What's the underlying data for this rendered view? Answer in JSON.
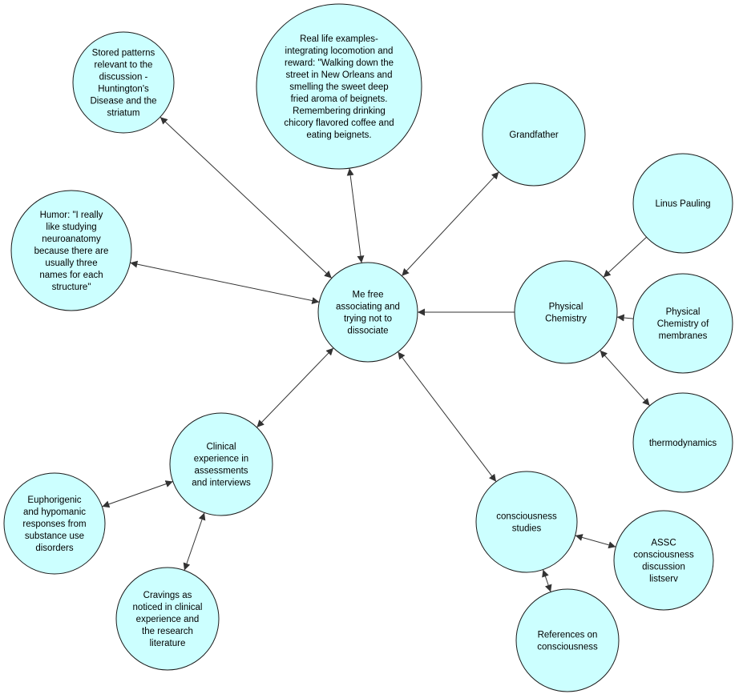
{
  "diagram": {
    "node_fill": "#ccffff",
    "edge_color": "#333333",
    "nodes": [
      {
        "id": "center",
        "lines": [
          "Me free",
          "associating and",
          "trying not to",
          "dissociate"
        ]
      },
      {
        "id": "stored",
        "lines": [
          "Stored patterns",
          "relevant to the",
          "discussion -",
          "Huntington's",
          "Disease and the",
          "striatum"
        ]
      },
      {
        "id": "reallife",
        "lines": [
          "Real life examples-",
          "integrating locomotion and",
          "reward:  \"Walking down the",
          "street in New Orleans and",
          "smelling the sweet deep",
          "fried aroma of beignets.",
          "Remembering drinking",
          "chicory flavored coffee and",
          "eating beignets."
        ]
      },
      {
        "id": "grandfather",
        "lines": [
          "Grandfather"
        ]
      },
      {
        "id": "humor",
        "lines": [
          "Humor:  \"I really",
          "like studying",
          "neuroanatomy",
          "because there are",
          "usually three",
          "names for each",
          "structure\""
        ]
      },
      {
        "id": "linus",
        "lines": [
          "Linus Pauling"
        ]
      },
      {
        "id": "physchem",
        "lines": [
          "Physical",
          "Chemistry"
        ]
      },
      {
        "id": "physmem",
        "lines": [
          "Physical",
          "Chemistry of",
          "membranes"
        ]
      },
      {
        "id": "thermo",
        "lines": [
          "thermodynamics"
        ]
      },
      {
        "id": "clinical",
        "lines": [
          "Clinical",
          "experience in",
          "assessments",
          "and interviews"
        ]
      },
      {
        "id": "euphoric",
        "lines": [
          "Euphorigenic",
          "and hypomanic",
          "responses from",
          "substance use",
          "disorders"
        ]
      },
      {
        "id": "cravings",
        "lines": [
          "Cravings as",
          "noticed in clinical",
          "experience and",
          "the research",
          "literature"
        ]
      },
      {
        "id": "conscious",
        "lines": [
          "consciousness",
          "studies"
        ]
      },
      {
        "id": "assc",
        "lines": [
          "ASSC",
          "consciousness",
          "discussion",
          "listserv"
        ]
      },
      {
        "id": "refs",
        "lines": [
          "References on",
          "consciousness"
        ]
      }
    ],
    "edges": [
      {
        "from": "center",
        "to": "stored",
        "direction": "both"
      },
      {
        "from": "center",
        "to": "reallife",
        "direction": "both"
      },
      {
        "from": "center",
        "to": "grandfather",
        "direction": "both"
      },
      {
        "from": "center",
        "to": "humor",
        "direction": "both"
      },
      {
        "from": "physchem",
        "to": "center",
        "direction": "forward"
      },
      {
        "from": "linus",
        "to": "physchem",
        "direction": "forward"
      },
      {
        "from": "physmem",
        "to": "physchem",
        "direction": "forward"
      },
      {
        "from": "physchem",
        "to": "thermo",
        "direction": "both"
      },
      {
        "from": "center",
        "to": "clinical",
        "direction": "both"
      },
      {
        "from": "clinical",
        "to": "euphoric",
        "direction": "both"
      },
      {
        "from": "clinical",
        "to": "cravings",
        "direction": "both"
      },
      {
        "from": "center",
        "to": "conscious",
        "direction": "both"
      },
      {
        "from": "conscious",
        "to": "assc",
        "direction": "both"
      },
      {
        "from": "conscious",
        "to": "refs",
        "direction": "both"
      }
    ]
  }
}
